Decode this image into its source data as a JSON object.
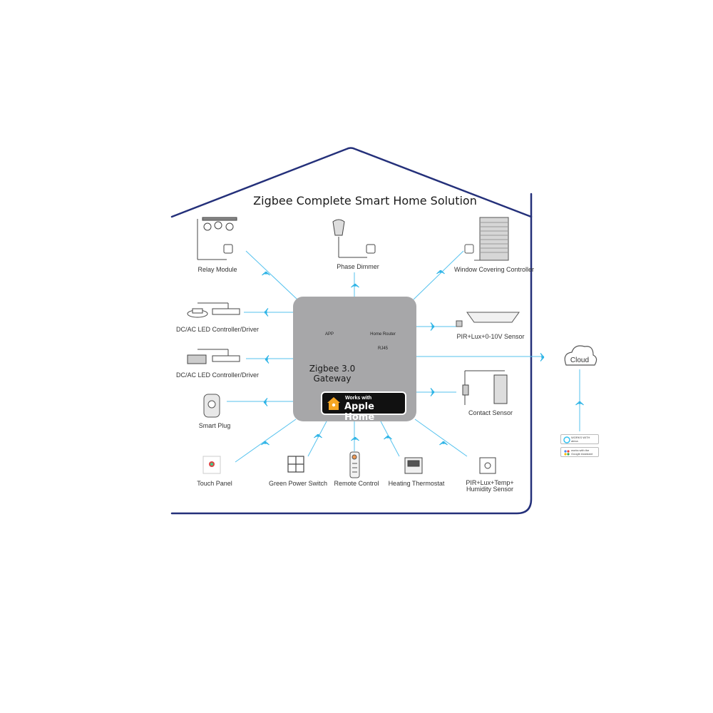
{
  "title": "Zigbee Complete Smart Home Solution",
  "colors": {
    "house_outline": "#24307a",
    "hub_box": "#a7a7a9",
    "wifi": "#2bb3e6",
    "link_line": "#55c2ee"
  },
  "hub": {
    "app_label": "APP",
    "router_label": "Home Router",
    "rj45_label": "RJ45",
    "gateway_label": "Zigbee 3.0\nGateway",
    "apple_badge": {
      "small": "Works with",
      "big": "Apple Home"
    }
  },
  "devices": [
    {
      "name": "Relay Module",
      "icon": "track-spotlights-icon"
    },
    {
      "name": "Phase Dimmer",
      "icon": "led-bulb-icon"
    },
    {
      "name": "Window Covering Controller",
      "icon": "window-blind-icon"
    },
    {
      "name": "DC/AC LED Controller/Driver",
      "icon": "downlight-driver-icon"
    },
    {
      "name": "PIR+Lux+0-10V Sensor",
      "icon": "led-panel-sensor-icon"
    },
    {
      "name": "DC/AC LED Controller/Driver",
      "icon": "led-strip-driver-icon"
    },
    {
      "name": "Contact Sensor",
      "icon": "door-contact-icon"
    },
    {
      "name": "Smart Plug",
      "icon": "smart-plug-icon"
    },
    {
      "name": "Touch Panel",
      "icon": "touch-panel-icon"
    },
    {
      "name": "Green Power Switch",
      "icon": "wall-switch-icon"
    },
    {
      "name": "Remote Control",
      "icon": "remote-control-icon"
    },
    {
      "name": "Heating Thermostat",
      "icon": "thermostat-icon"
    },
    {
      "name": "PIR+Lux+Temp+\nHumidity Sensor",
      "icon": "multi-sensor-icon"
    }
  ],
  "cloud": {
    "label": "Cloud",
    "services": [
      {
        "text": "WORKS WITH\nalexa",
        "icon": "alexa-icon"
      },
      {
        "text": "works with the\nGoogle Assistant",
        "icon": "google-assistant-icon"
      }
    ]
  }
}
